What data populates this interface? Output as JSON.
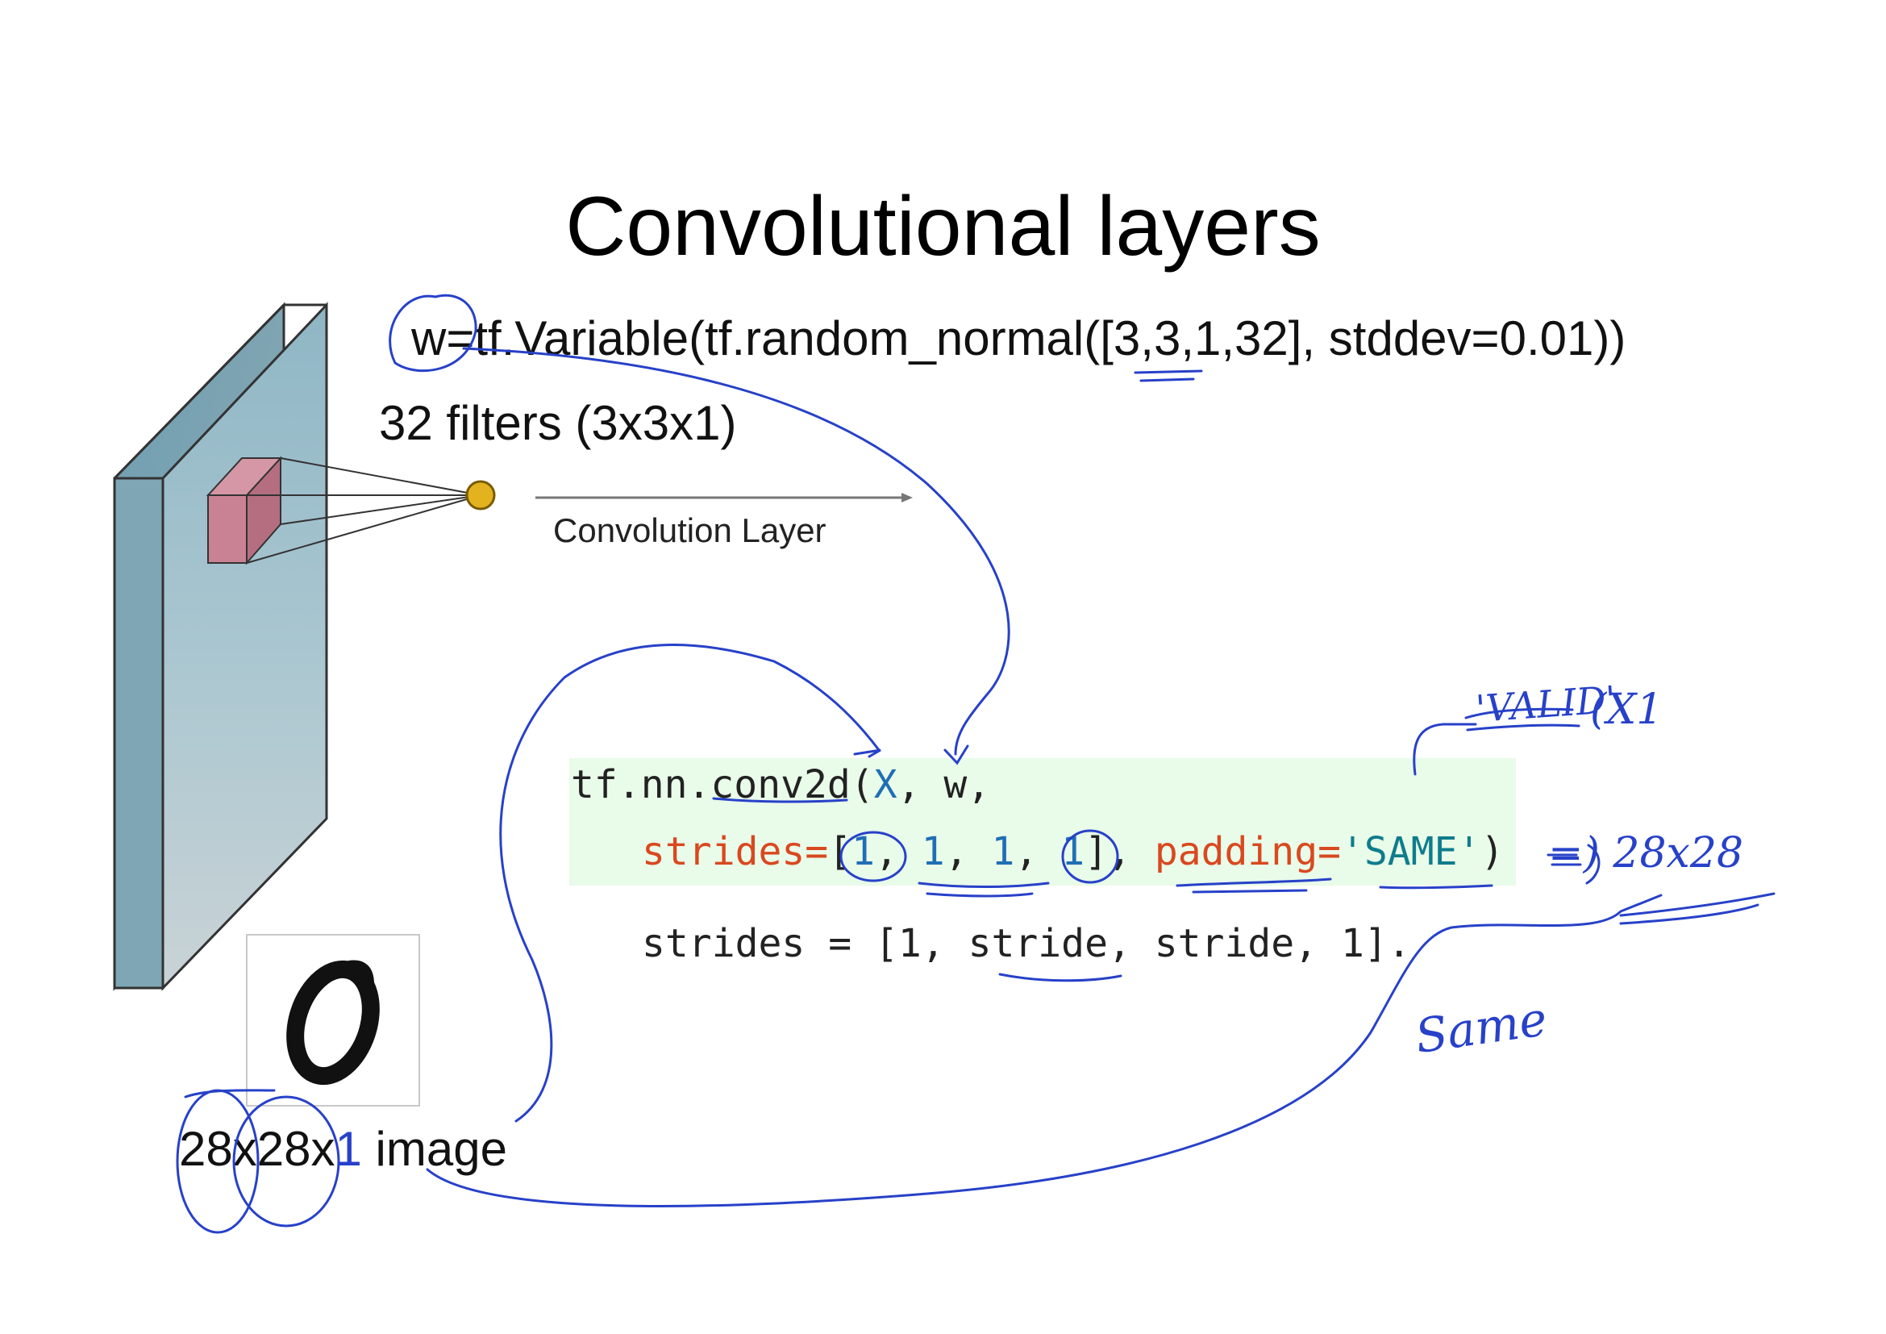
{
  "slide": {
    "title": "Convolutional layers",
    "variable_code": "w=tf.Variable(tf.random_normal([3,3,1,32], stddev=0.01))",
    "filters_text": "32 filters (3x3x1)",
    "conv_layer_label": "Convolution Layer",
    "image_label_prefix": "28x28x",
    "image_label_blue": "1",
    "image_label_suffix": " image"
  },
  "code": {
    "line1_fn": "tf.nn.conv2d(",
    "line1_x": "X",
    "line1_rest": ", w,",
    "line2_key": "strides=",
    "line2_open": "[",
    "line2_v1": "1",
    "line2_sep1": ", ",
    "line2_v2": "1",
    "line2_sep2": ", ",
    "line2_v3": "1",
    "line2_sep3": ", ",
    "line2_v4": "1",
    "line2_close": "], ",
    "line2_pad_key": "padding=",
    "line2_pad_val": "'SAME'",
    "line2_end": ")",
    "line3": "strides = [1, stride, stride, 1]."
  },
  "annotations": {
    "valid_note": "'VALID'",
    "x1_note": "(X1",
    "size_note": "=) 28x28",
    "same_note": "Same"
  },
  "colors": {
    "ink_blue": "#2741c9",
    "code_bg": "#e9fbe9",
    "filter_box": "#c98294",
    "panel": "#9ebfcb"
  }
}
